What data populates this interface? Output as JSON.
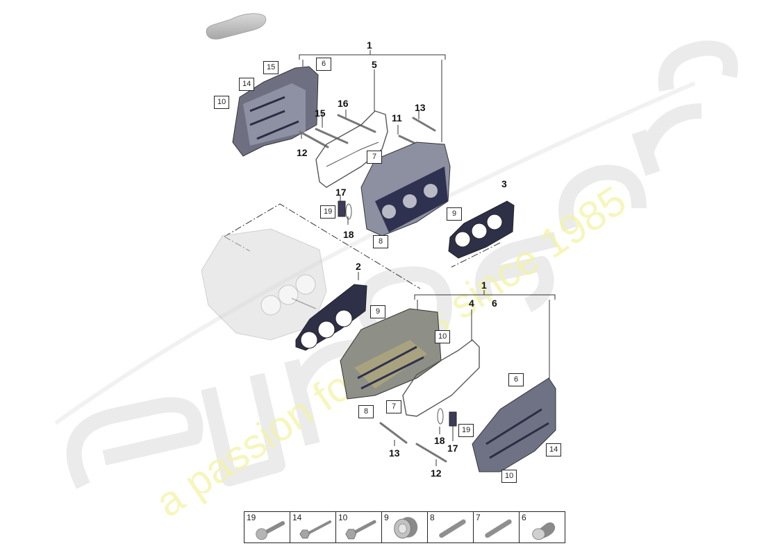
{
  "watermark": {
    "brand": "eurospares",
    "tagline": "a passion for parts since 1985",
    "tagline_color": "#f3f3a8"
  },
  "thumbnail": {
    "icon": "car-silhouette-icon"
  },
  "upper_assembly": {
    "group_label": "1",
    "callouts": [
      "5",
      "16",
      "15",
      "12",
      "11",
      "13",
      "17",
      "18",
      "3"
    ],
    "boxed_labels": [
      "15",
      "6",
      "14",
      "10",
      "7",
      "19",
      "9",
      "8"
    ]
  },
  "lower_assembly": {
    "group_label": "1",
    "sub_labels": [
      "4",
      "6"
    ],
    "callouts": [
      "2",
      "13",
      "12",
      "18",
      "17"
    ],
    "boxed_labels": [
      "9",
      "10",
      "7",
      "8",
      "6",
      "19",
      "14",
      "10"
    ]
  },
  "labels": {
    "u1": "1",
    "u5": "5",
    "u16": "16",
    "u15": "15",
    "u12": "12",
    "u11": "11",
    "u13": "13",
    "u17": "17",
    "u18": "18",
    "u3": "3",
    "ub15": "15",
    "ub6": "6",
    "ub14": "14",
    "ub10": "10",
    "ub7": "7",
    "ub19": "19",
    "ub9": "9",
    "ub8": "8",
    "l1": "1",
    "l4": "4",
    "l6": "6",
    "l2": "2",
    "l13": "13",
    "l12": "12",
    "l18": "18",
    "l17": "17",
    "lb9": "9",
    "lb10": "10",
    "lb7": "7",
    "lb8": "8",
    "lb6": "6",
    "lb19": "19",
    "lb14": "14",
    "lb10b": "10"
  },
  "legend": {
    "items": [
      {
        "number": "19",
        "icon": "button-head-bolt-icon"
      },
      {
        "number": "14",
        "icon": "long-flange-bolt-icon"
      },
      {
        "number": "10",
        "icon": "flange-bolt-icon"
      },
      {
        "number": "9",
        "icon": "sleeve-bushing-icon"
      },
      {
        "number": "8",
        "icon": "dowel-pin-icon"
      },
      {
        "number": "7",
        "icon": "dowel-pin-icon"
      },
      {
        "number": "6",
        "icon": "plug-cap-icon"
      }
    ]
  }
}
